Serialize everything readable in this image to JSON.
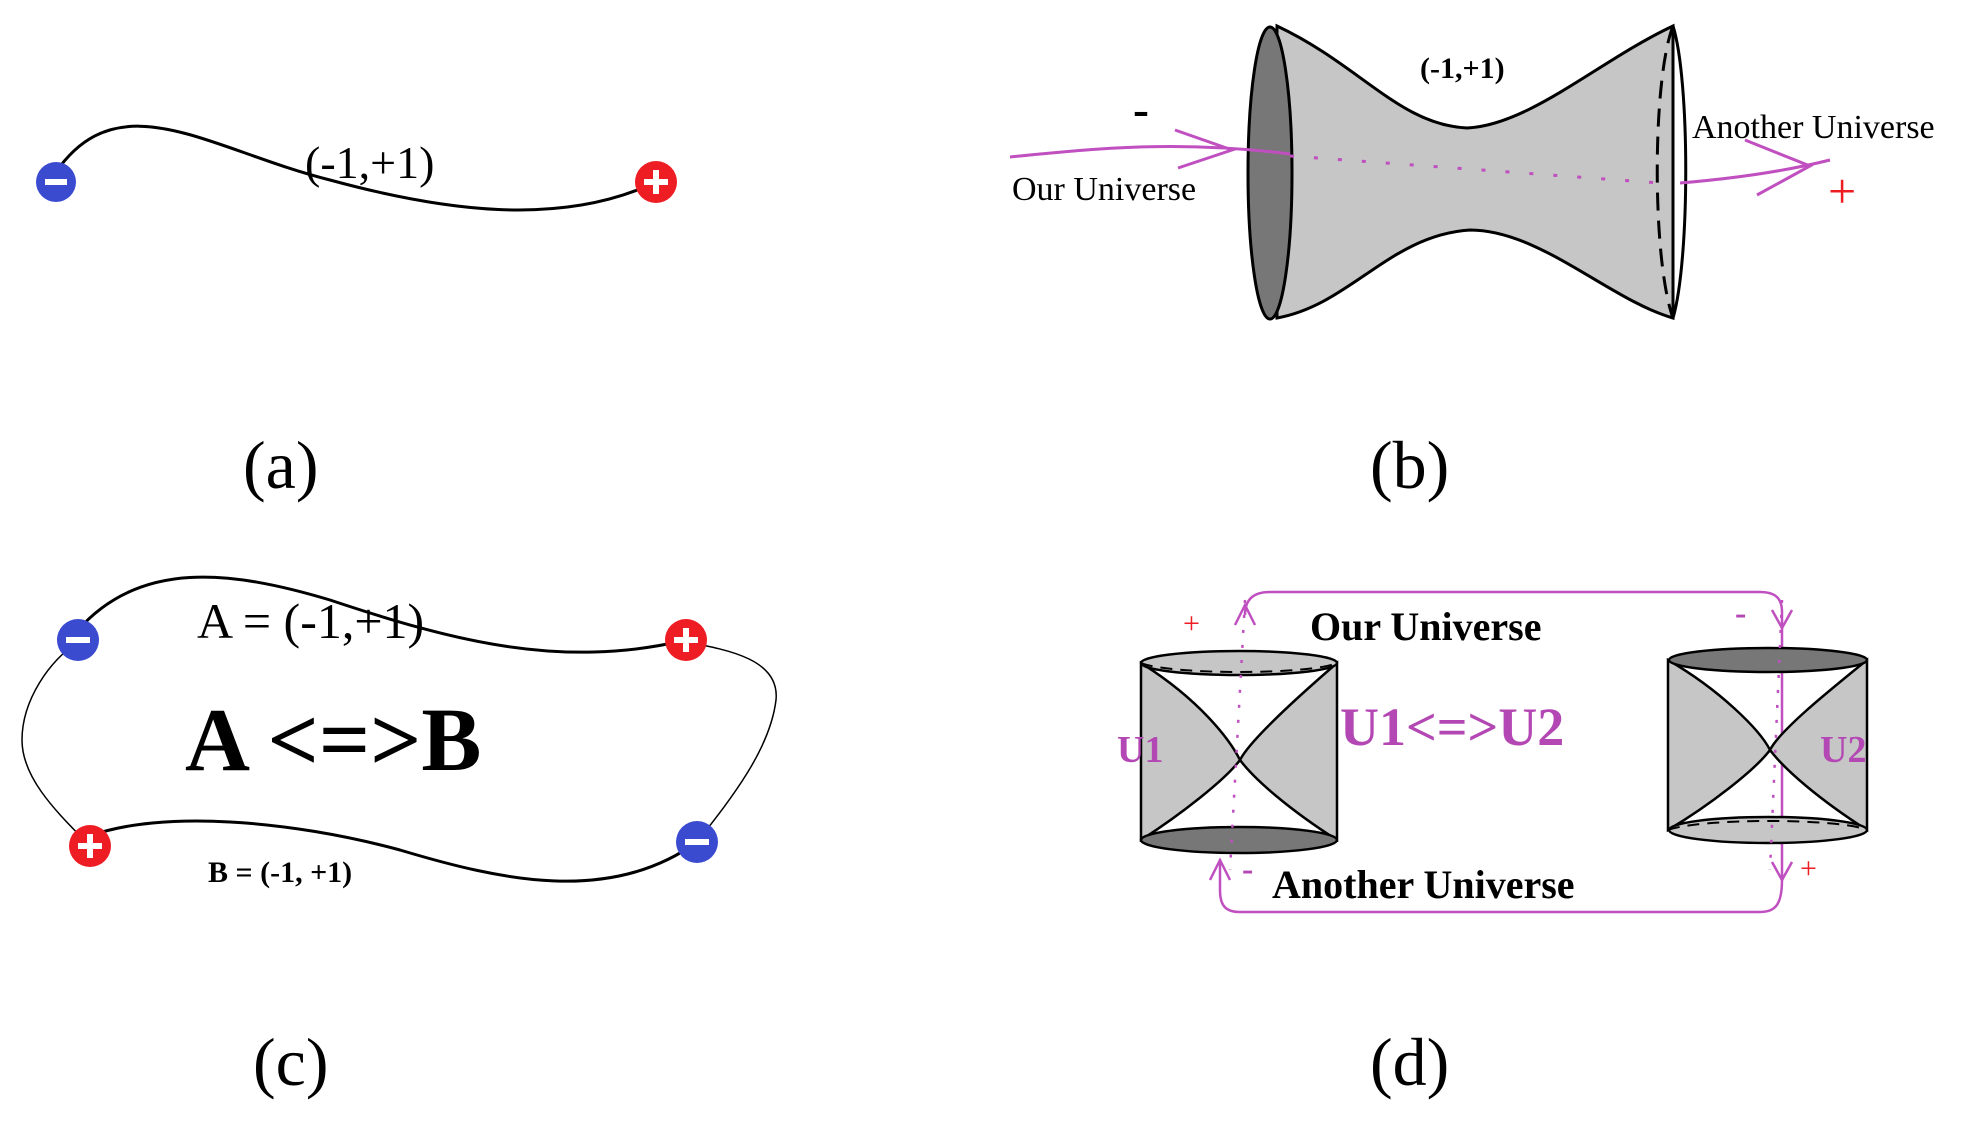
{
  "panels": {
    "a": {
      "caption": "(a)",
      "label": "(-1,+1)"
    },
    "b": {
      "caption": "(b)",
      "label": "(-1,+1)",
      "minus": "-",
      "plus": "+",
      "left_text": "Our Universe",
      "right_text": "Another Universe"
    },
    "c": {
      "caption": "(c)",
      "label_a": "A = (-1,+1)",
      "label_equiv": "A <=>B",
      "label_b": "B = (-1, +1)"
    },
    "d": {
      "caption": "(d)",
      "top_text": "Our Universe",
      "bottom_text": "Another Universe",
      "center_text": "U1<=>U2",
      "left_label": "U1",
      "right_label": "U2",
      "top_left_sign": "+",
      "top_right_sign": "-",
      "bottom_left_sign": "-",
      "bottom_right_sign": "+"
    }
  },
  "colors": {
    "negative": "#3b4bd0",
    "positive": "#ee1d24",
    "arrow": "#c04fc0",
    "label_magenta": "#b347b3",
    "surface": "#c8c8c8",
    "surface_dark": "#777777"
  }
}
